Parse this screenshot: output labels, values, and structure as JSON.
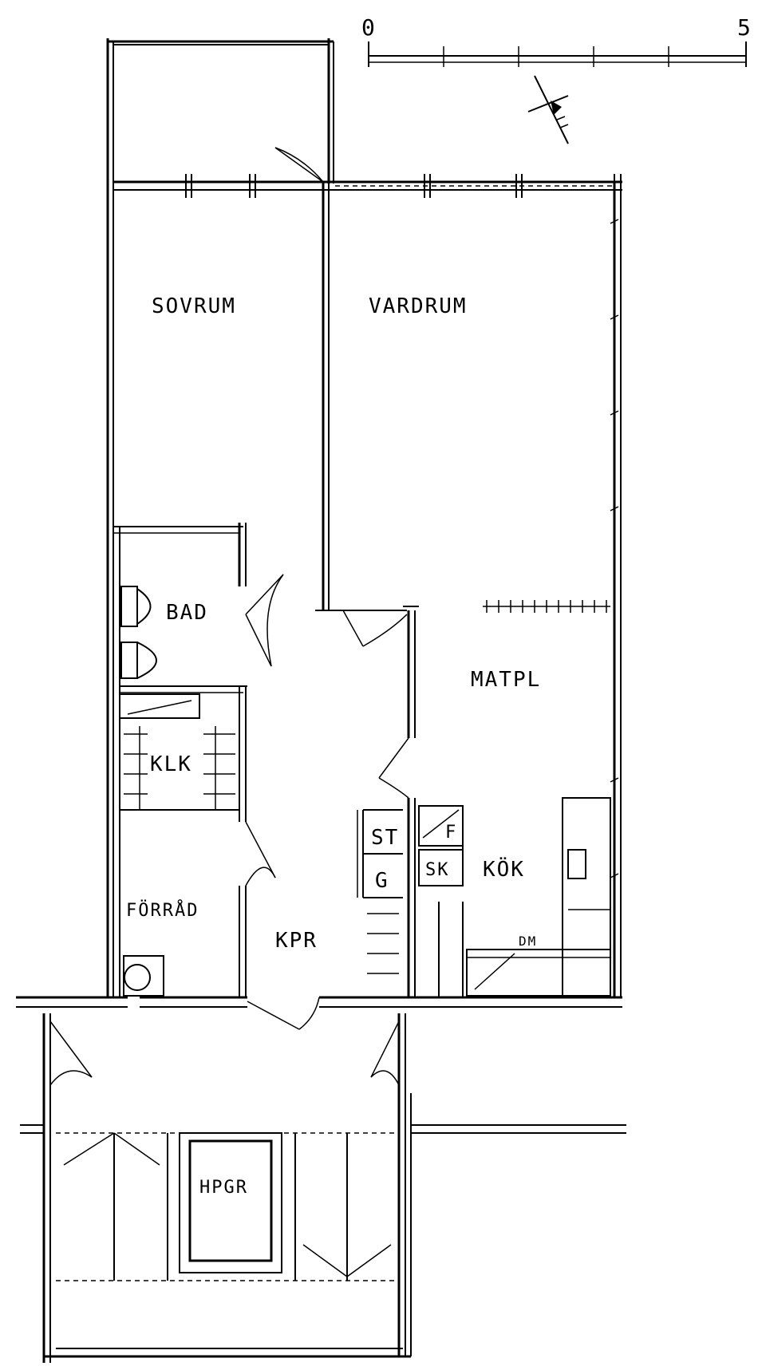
{
  "scale_bar": {
    "start_label": "0",
    "end_label": "5"
  },
  "rooms": {
    "sovrum": "SOVRUM",
    "vardrum": "VARDRUM",
    "bad": "BAD",
    "matpl": "MATPL",
    "klk": "KLK",
    "st": "ST",
    "g": "G",
    "f": "F",
    "sk": "SK",
    "kok": "KÖK",
    "forrad": "FÖRRÅD",
    "kpr": "KPR",
    "dm": "DM",
    "hpgr": "HPGR"
  }
}
